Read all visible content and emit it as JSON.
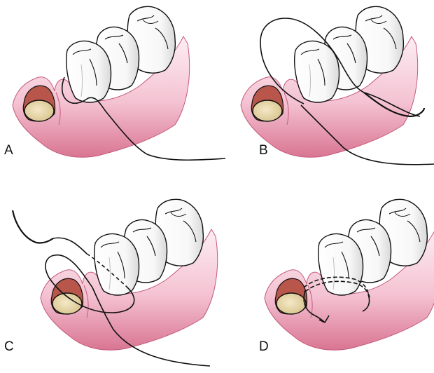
{
  "panels": [
    {
      "id": "A",
      "label": "A"
    },
    {
      "id": "B",
      "label": "B"
    },
    {
      "id": "C",
      "label": "C"
    },
    {
      "id": "D",
      "label": "D"
    }
  ],
  "colors": {
    "gum_light": "#fbe6ee",
    "gum_mid": "#f2b6c8",
    "gum_dark": "#d9718f",
    "socket": "#b5564a",
    "bone": "#ecdcb0",
    "tooth": "#ffffff",
    "tooth_shade": "#dedede",
    "outline": "#111111"
  }
}
